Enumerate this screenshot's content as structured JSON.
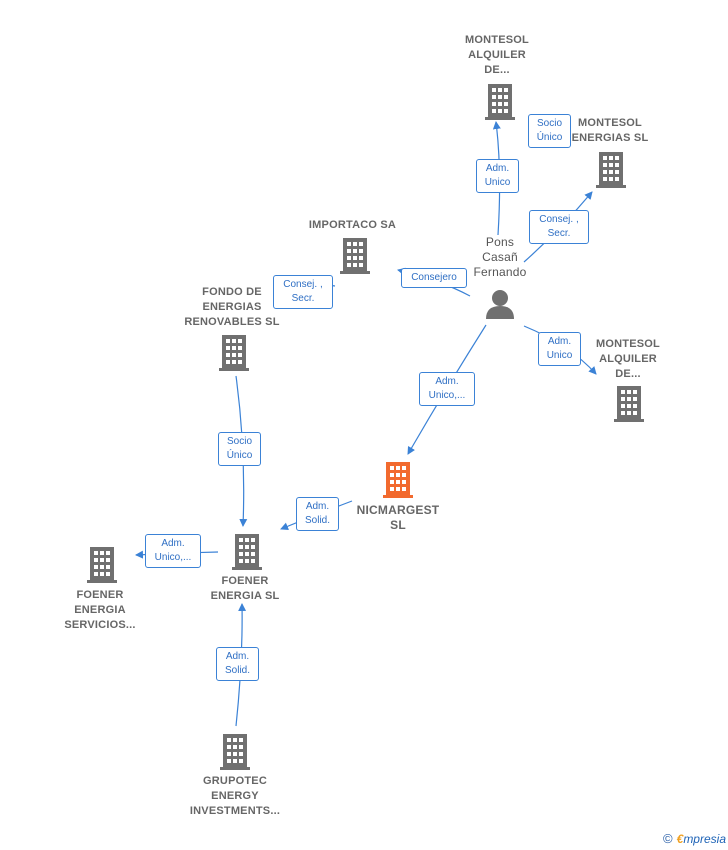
{
  "person": {
    "name": "Pons\nCasañ\nFernando",
    "icon": "person-icon"
  },
  "nodes": [
    {
      "id": "montesol-alquiler-top",
      "label": "MONTESOL\nALQUILER\nDE...",
      "highlight": false
    },
    {
      "id": "montesol-energias",
      "label": "MONTESOL\nENERGIAS  SL",
      "highlight": false
    },
    {
      "id": "importaco",
      "label": "IMPORTACO SA",
      "highlight": false
    },
    {
      "id": "fondo",
      "label": "FONDO DE\nENERGIAS\nRENOVABLES SL",
      "highlight": false
    },
    {
      "id": "montesol-alquiler-right",
      "label": "MONTESOL\nALQUILER\nDE...",
      "highlight": false
    },
    {
      "id": "nicmargest",
      "label": "NICMARGEST\nSL",
      "highlight": true
    },
    {
      "id": "foener-energia",
      "label": "FOENER\nENERGIA  SL",
      "highlight": false
    },
    {
      "id": "foener-servicios",
      "label": "FOENER\nENERGIA\nSERVICIOS...",
      "highlight": false
    },
    {
      "id": "grupotec",
      "label": "GRUPOTEC\nENERGY\nINVESTMENTS...",
      "highlight": false
    }
  ],
  "edges": [
    {
      "id": "e1",
      "label": "Adm.\nUnico"
    },
    {
      "id": "e2",
      "label": "Socio\nÚnico"
    },
    {
      "id": "e3",
      "label": "Consej. ,\nSecr."
    },
    {
      "id": "e4",
      "label": "Consejero"
    },
    {
      "id": "e5",
      "label": "Consej. ,\nSecr."
    },
    {
      "id": "e6",
      "label": "Adm.\nUnico"
    },
    {
      "id": "e7",
      "label": "Adm.\nUnico,..."
    },
    {
      "id": "e8",
      "label": "Socio\nÚnico"
    },
    {
      "id": "e9",
      "label": "Adm.\nSolid."
    },
    {
      "id": "e10",
      "label": "Adm.\nUnico,..."
    },
    {
      "id": "e11",
      "label": "Adm.\nSolid."
    }
  ],
  "colors": {
    "building": "#707070",
    "highlight": "#f26a2e",
    "edge": "#3b82d6",
    "person": "#707070"
  },
  "footer": {
    "copyright": "©",
    "brand_first": "€",
    "brand_rest": "mpresia"
  }
}
